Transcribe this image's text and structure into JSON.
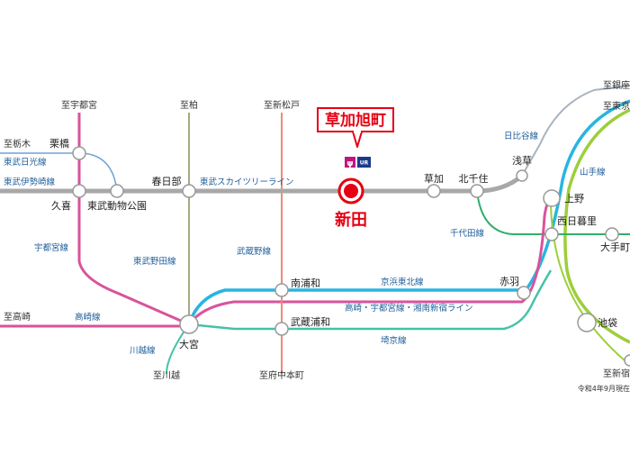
{
  "highlight": {
    "title": "草加旭町",
    "station": "新田",
    "logo_text": "UR"
  },
  "colors": {
    "tobu_skytree": "#a8a8a8",
    "utsunomiya": "#d9539b",
    "keihin_tohoku": "#28b5e1",
    "saikyo": "#44c2a7",
    "musashino": "#f08a72",
    "tobu_noda": "#8c8c55",
    "yamanote": "#9ccf3a",
    "hibiya": "#a8b4bf",
    "chiyoda": "#30b06a",
    "nikko": "#6fa2d6",
    "highlight_red": "#e60012"
  },
  "destinations": {
    "utsunomiya": "至宇都宮",
    "kashiwa": "至柏",
    "shinmatsudo": "至新松戸",
    "tochigi": "至栃木",
    "takasaki": "至高崎",
    "kawagoe": "至川越",
    "fuchu_hommachi": "至府中本町",
    "ginza": "至銀座",
    "tokyo": "至東京",
    "shinjuku": "至新宿"
  },
  "stations": {
    "kurihashi": "栗橋",
    "kuki": "久喜",
    "tobu_dobutsu_koen": "東武動物公園",
    "kasukabe": "春日部",
    "soka": "草加",
    "kitasenju": "北千住",
    "asakusa": "浅草",
    "ueno": "上野",
    "nishinippori": "西日暮里",
    "otemachi": "大手町",
    "minami_urawa": "南浦和",
    "musashi_urawa": "武蔵浦和",
    "omiya": "大宮",
    "akabane": "赤羽",
    "ikebukuro": "池袋"
  },
  "lines": {
    "tobu_nikko": "東武日光線",
    "tobu_isesaki": "東武伊勢崎線",
    "tobu_skytree": "東武スカイツリーライン",
    "utsunomiya": "宇都宮線",
    "tobu_noda": "東武野田線",
    "musashino": "武蔵野線",
    "takasaki": "高崎線",
    "kawagoe": "川越線",
    "keihin_tohoku": "京浜東北線",
    "shonan": "高崎・宇都宮線・湘南新宿ライン",
    "saikyo": "埼京線",
    "hibiya": "日比谷線",
    "yamanote": "山手線",
    "chiyoda": "千代田線"
  },
  "note": "令和4年9月現在"
}
